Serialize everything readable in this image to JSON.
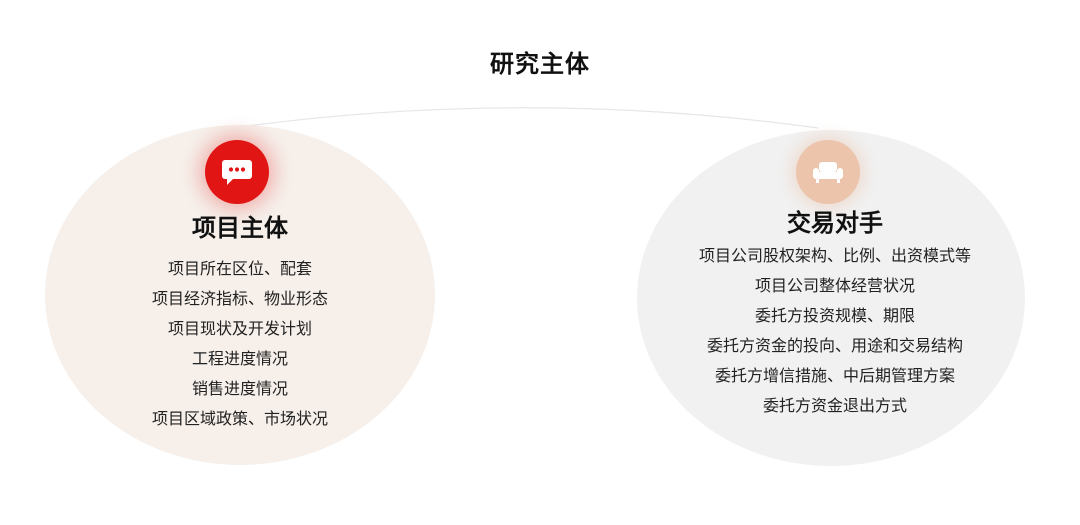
{
  "page_title": "研究主体",
  "colors": {
    "left_icon": "#e11614",
    "right_icon": "#ebc4ab",
    "left_ellipse": "#f6efea",
    "right_ellipse": "#f1f1f1"
  },
  "left": {
    "icon": "chat-bubble-icon",
    "title": "项目主体",
    "items": [
      "项目所在区位、配套",
      "项目经济指标、物业形态",
      "项目现状及开发计划",
      "工程进度情况",
      "销售进度情况",
      "项目区域政策、市场状况"
    ]
  },
  "right": {
    "icon": "sofa-icon",
    "title": "交易对手",
    "items": [
      "项目公司股权架构、比例、出资模式等",
      "项目公司整体经营状况",
      "委托方投资规模、期限",
      "委托方资金的投向、用途和交易结构",
      "委托方增信措施、中后期管理方案",
      "委托方资金退出方式"
    ]
  }
}
